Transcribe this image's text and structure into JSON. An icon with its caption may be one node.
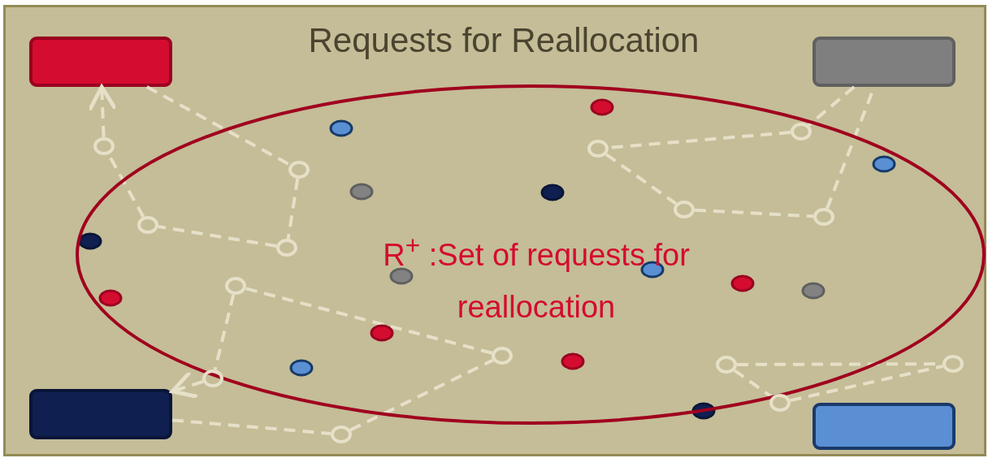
{
  "diagram": {
    "title": "Requests for Reallocation",
    "nodes": [
      {
        "text": [
          "R$^{+}$ :Set of requests for reallocation"
        ]
      },
      {
        "text": [],
        "shape": "box"
      },
      {
        "text": [],
        "shape": "box"
      },
      {
        "text": [],
        "shape": "box"
      },
      {
        "text": [],
        "shape": "box"
      },
      {
        "text": [],
        "shape": "circle"
      },
      {
        "text": [],
        "shape": "circle",
        "in": 0
      },
      {
        "text": [],
        "shape": "circle",
        "in": 0
      },
      {
        "text": [],
        "shape": "circle",
        "in": 0
      },
      {
        "text": [],
        "shape": "circle",
        "in": 0
      },
      {
        "text": [],
        "shape": "circle",
        "in": 0
      },
      {
        "text": [],
        "shape": "circle",
        "in": 0
      },
      {
        "text": [],
        "shape": "circle",
        "in": 0
      },
      {
        "text": [],
        "shape": "circle"
      },
      {
        "text": [],
        "shape": "circle",
        "in": 0
      },
      {
        "text": [],
        "shape": "circle",
        "in": 0
      },
      {
        "text": [],
        "shape": "circle"
      },
      {
        "text": [],
        "shape": "circle",
        "in": 0
      },
      {
        "text": [],
        "shape": "circle"
      },
      {
        "text": [],
        "shape": "circle"
      }
    ],
    "edges": [
      {
        "from": 1,
        "to": 8,
        "arrow": "none",
        "style": "dashed"
      },
      {
        "from": 8,
        "to": 7,
        "arrow": "none",
        "style": "dashed"
      },
      {
        "from": 7,
        "to": 6,
        "arrow": "none",
        "style": "dashed"
      },
      {
        "from": 6,
        "to": 5,
        "arrow": "none",
        "style": "dashed"
      },
      {
        "from": 5,
        "to": 1,
        "arrow": "to",
        "style": "dashed"
      },
      {
        "from": 2,
        "to": 9,
        "arrow": "none",
        "style": "dashed"
      },
      {
        "from": 9,
        "to": 10,
        "arrow": "none",
        "style": "dashed"
      },
      {
        "from": 10,
        "to": 11,
        "arrow": "none",
        "style": "dashed"
      },
      {
        "from": 11,
        "to": 12,
        "arrow": "none",
        "style": "dashed"
      },
      {
        "from": 12,
        "to": 2,
        "arrow": "none",
        "style": "dashed"
      },
      {
        "from": 3,
        "to": 16,
        "arrow": "none",
        "style": "dashed"
      },
      {
        "from": 16,
        "to": 15,
        "arrow": "none",
        "style": "dashed"
      },
      {
        "from": 15,
        "to": 14,
        "arrow": "none",
        "style": "dashed"
      },
      {
        "from": 14,
        "to": 13,
        "arrow": "none",
        "style": "dashed"
      },
      {
        "from": 13,
        "to": 3,
        "arrow": "to",
        "style": "dashed"
      },
      {
        "from": 17,
        "to": 19,
        "arrow": "none",
        "style": "dashed"
      },
      {
        "from": 17,
        "to": 18,
        "arrow": "none",
        "style": "dashed"
      },
      {
        "from": 18,
        "to": 19,
        "arrow": "none",
        "style": "dashed"
      }
    ]
  }
}
